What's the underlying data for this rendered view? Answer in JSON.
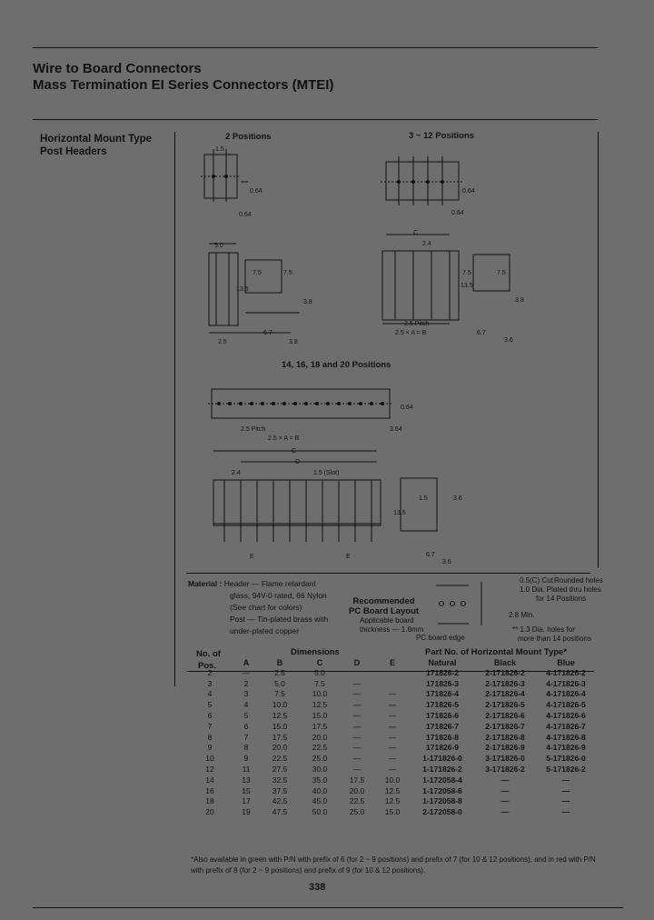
{
  "header": {
    "title_line1": "Wire to Board Connectors",
    "title_line2": "Mass Termination EI Series Connectors (MTEI)"
  },
  "sidebar": {
    "line1": "Horizontal Mount Type",
    "line2": "Post Headers"
  },
  "drawings": {
    "pos2_label": "2 Positions",
    "pos3_12_label": "3 ~ 12 Positions",
    "pos14_20_label": "14, 16, 18 and 20 Positions",
    "dims": {
      "d0_64": "0.64",
      "d5_0": "5.0",
      "d7_5": "7.5",
      "d13_5": "13.5",
      "d3_8": "3.8",
      "d2_5": "2.5",
      "d6_7": "6.7",
      "d2_4": "2.4",
      "d3_6": "3.6",
      "d1_5": "1.5",
      "d3_64": "3.64",
      "pitch": "2.5 Pitch",
      "axb": "2.5 × A = B",
      "c": "C",
      "d": "D",
      "e": "E",
      "slot": "1.5 (Slot)"
    }
  },
  "material": {
    "label": "Material :",
    "header_line": "Header — Flame retardant",
    "header_line2": "glass, 94V-0 rated, 66 Nylon",
    "header_line3": "(See chart for colors)",
    "post_line": "Post — Tin-plated brass with",
    "post_line2": "under-plated copper"
  },
  "pcb": {
    "title1": "Recommended",
    "title2": "PC Board Layout",
    "applicable1": "Applicable board",
    "applicable2": "thickness — 1.6mm",
    "edge": "PC board edge",
    "note1": "0.5(C) Cut",
    "note2": "Rounded holes",
    "note3": "1.0 Dia. Plated thru holes",
    "note4": "for 14 Positions",
    "dim_2_8": "2.8 Min.",
    "note_bottom1": "** 1.3 Dia. holes for",
    "note_bottom2": "more than 14 positions"
  },
  "table": {
    "col_no1": "No. of",
    "col_no2": "Pos.",
    "dimensions_header": "Dimensions",
    "partno_header": "Part No. of Horizontal Mount Type*",
    "cols": [
      "A",
      "B",
      "C",
      "D",
      "E",
      "Natural",
      "Black",
      "Blue"
    ],
    "rows": [
      [
        "2",
        "—",
        "2.5",
        "5.0",
        "",
        "",
        "171826-2",
        "2-171826-2",
        "4-171826-2"
      ],
      [
        "3",
        "2",
        "5.0",
        "7.5",
        "—",
        "",
        "171826-3",
        "2-171826-3",
        "4-171826-3"
      ],
      [
        "4",
        "3",
        "7.5",
        "10.0",
        "—",
        "—",
        "171826-4",
        "2-171826-4",
        "4-171826-4"
      ],
      [
        "5",
        "4",
        "10.0",
        "12.5",
        "—",
        "—",
        "171826-5",
        "2-171826-5",
        "4-171826-5"
      ],
      [
        "6",
        "5",
        "12.5",
        "15.0",
        "—",
        "—",
        "171826-6",
        "2-171826-6",
        "4-171826-6"
      ],
      [
        "7",
        "6",
        "15.0",
        "17.5",
        "—",
        "—",
        "171826-7",
        "2-171826-7",
        "4-171826-7"
      ],
      [
        "8",
        "7",
        "17.5",
        "20.0",
        "—",
        "—",
        "171826-8",
        "2-171826-8",
        "4-171826-8"
      ],
      [
        "9",
        "8",
        "20.0",
        "22.5",
        "—",
        "—",
        "171826-9",
        "2-171826-9",
        "4-171826-9"
      ],
      [
        "10",
        "9",
        "22.5",
        "25.0",
        "—",
        "—",
        "1-171826-0",
        "3-171826-0",
        "5-171826-0"
      ],
      [
        "12",
        "11",
        "27.5",
        "30.0",
        "—",
        "—",
        "1-171826-2",
        "3-171826-2",
        "5-171826-2"
      ],
      [
        "14",
        "13",
        "32.5",
        "35.0",
        "17.5",
        "10.0",
        "1-172058-4",
        "—",
        "—"
      ],
      [
        "16",
        "15",
        "37.5",
        "40.0",
        "20.0",
        "12.5",
        "1-172058-6",
        "—",
        "—"
      ],
      [
        "18",
        "17",
        "42.5",
        "45.0",
        "22.5",
        "12.5",
        "1-172058-8",
        "—",
        "—"
      ],
      [
        "20",
        "19",
        "47.5",
        "50.0",
        "25.0",
        "15.0",
        "2-172058-0",
        "—",
        "—"
      ]
    ]
  },
  "footnote": "*Also available in green with P/N with prefix of 6 (for 2 ~ 9 positions) and prefix of 7 (for 10 & 12 positions), and in red with P/N with prefix of 8 (for 2 ~ 9 positions) and prefix of 9 (for 10 & 12 positions).",
  "page_number": "338"
}
